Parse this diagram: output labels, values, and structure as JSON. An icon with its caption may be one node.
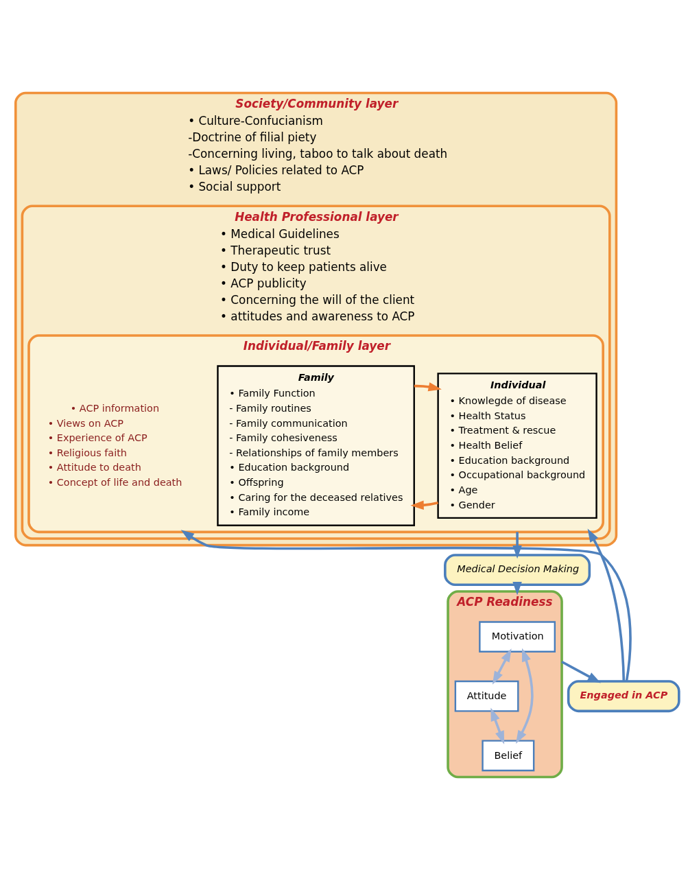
{
  "diagram": {
    "nodes": [
      {
        "text": [
          "Society/Community layer",
          "• Culture-Confucianism",
          "-Doctrine of filial piety",
          "-Concerning living, taboo to talk about death",
          "• Laws/ Policies related to ACP",
          "• Social support"
        ]
      },
      {
        "text": [
          "Health Professional layer",
          "• Medical Guidelines",
          "• Therapeutic trust",
          "• Duty to keep patients alive",
          "• ACP publicity",
          "• Concerning the will of the client",
          "• attitudes and awareness to ACP"
        ],
        "in": 0
      },
      {
        "text": [
          "Individual/Family layer"
        ],
        "in": 1
      },
      {
        "text": [
          "Individual",
          "• Knowlegde of disease",
          "• Health Status",
          "• Treatment & rescue",
          "• Health Belief",
          "• Education background",
          "• Occupational background",
          "• Age",
          "• Gender"
        ],
        "in": 2
      },
      {
        "text": [
          "Family",
          "• Family Function",
          "- Family routines",
          "- Family communication",
          "- Family cohesiveness",
          "- Relationships of family members",
          "• Education background",
          "• Offspring",
          "• Caring for the deceased relatives",
          "• Family income"
        ],
        "in": 2
      },
      {
        "text": [
          "• ACP information",
          "• Views on ACP",
          "• Experience of ACP",
          "• Religious faith",
          "• Attitude to death",
          "• Concept of life and death"
        ],
        "in": 2
      },
      {
        "text": [
          "Medical Decision Making"
        ]
      },
      {
        "text": [
          "ACP Readiness"
        ]
      },
      {
        "text": [
          "Motivation"
        ],
        "in": 7
      },
      {
        "text": [
          "Attitude"
        ],
        "in": 7
      },
      {
        "text": [
          "Belief"
        ],
        "in": 7
      },
      {
        "text": [
          "Engaged in ACP"
        ]
      }
    ],
    "edges": [
      {
        "from": 3,
        "to": 4,
        "arrow": "to",
        "color": "#ed7d31"
      },
      {
        "from": 4,
        "to": 3,
        "arrow": "to",
        "color": "#ed7d31"
      },
      {
        "from": 2,
        "to": 6,
        "arrow": "to"
      },
      {
        "from": 6,
        "to": 7,
        "arrow": "to"
      },
      {
        "from": 8,
        "to": 9,
        "arrow": "both",
        "color": "#9db3d9"
      },
      {
        "from": 8,
        "to": 10,
        "arrow": "both",
        "color": "#9db3d9"
      },
      {
        "from": 9,
        "to": 10,
        "arrow": "both",
        "color": "#9db3d9"
      },
      {
        "from": 7,
        "to": 11,
        "arrow": "to"
      },
      {
        "from": 11,
        "to": 2,
        "arrow": "to"
      },
      {
        "from": 11,
        "to": 2,
        "arrow": "to"
      }
    ]
  }
}
